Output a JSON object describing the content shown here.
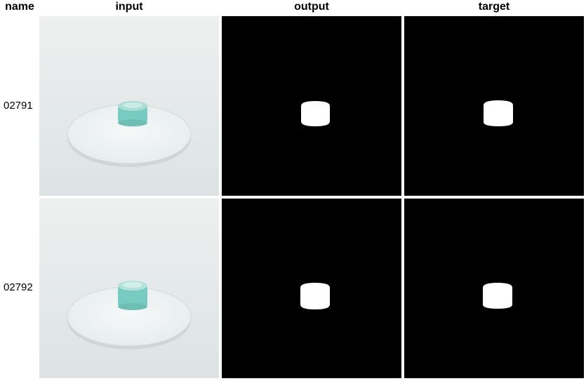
{
  "columns": {
    "name": "name",
    "input": "input",
    "output": "output",
    "target": "target"
  },
  "rows": [
    {
      "name": "02791"
    },
    {
      "name": "02792"
    }
  ],
  "colors": {
    "mask_background": "#000000",
    "mask_foreground": "#ffffff",
    "object_teal": "#7fcfc6",
    "plate_white": "#f4f6f6"
  }
}
